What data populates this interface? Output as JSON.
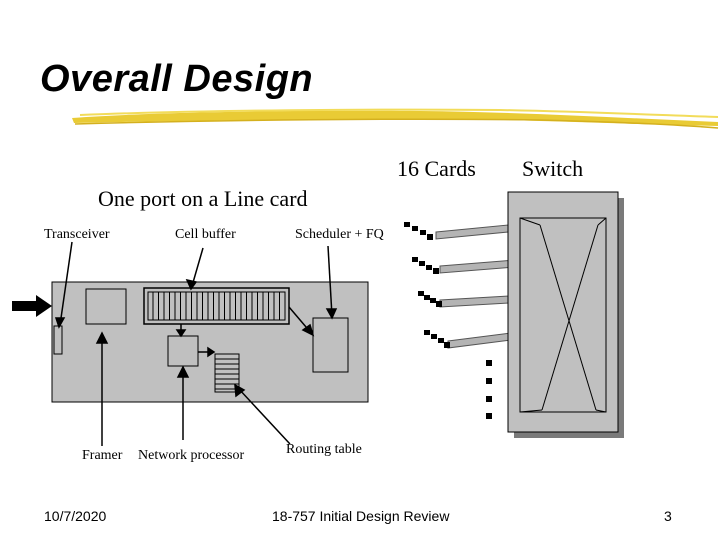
{
  "slide": {
    "title": "Overall Design",
    "footer_date": "10/7/2020",
    "footer_center": "18-757 Initial Design Review",
    "page_number": "3"
  },
  "diagram": {
    "header_cards": "16 Cards",
    "header_switch": "Switch",
    "line_card_heading": "One port on a Line card",
    "labels": {
      "transceiver": "Transceiver",
      "cell_buffer": "Cell buffer",
      "scheduler": "Scheduler + FQ",
      "framer": "Framer",
      "network_processor": "Network processor",
      "routing_table": "Routing table"
    }
  },
  "colors": {
    "card_fill": "#c0c0c0",
    "title_underline": "#e8c82a",
    "cable_fill": "#b4b4b4"
  }
}
